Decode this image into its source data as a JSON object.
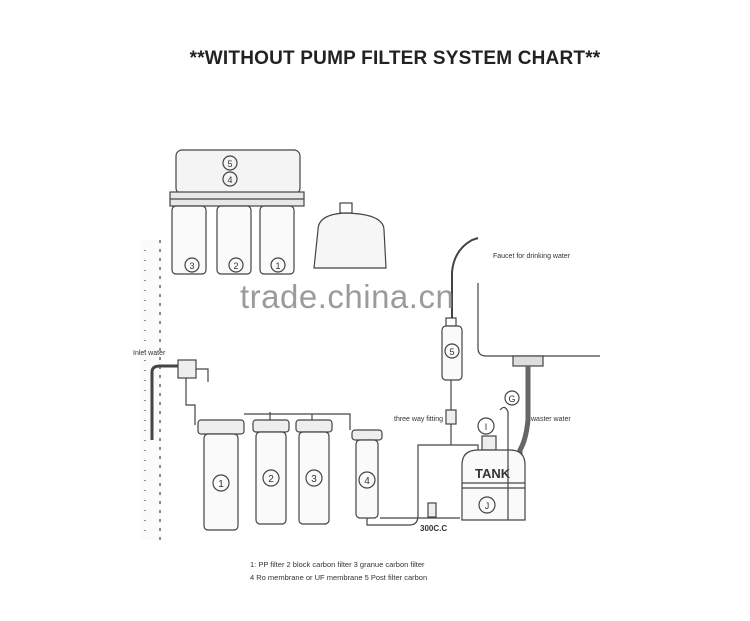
{
  "title": "**WITHOUT PUMP FILTER SYSTEM CHART**",
  "watermark": "trade.china.cn",
  "labels": {
    "inlet_water": "Inlet water",
    "faucet": "Faucet for drinking water",
    "three_way": "three way fitting",
    "waste_water": "waster water",
    "tank": "TANK",
    "valve": "300C.C"
  },
  "markers": {
    "top_5": "5",
    "top_4": "4",
    "top_3": "3",
    "top_2": "2",
    "top_1": "1",
    "f1": "1",
    "f2": "2",
    "f3": "3",
    "f4": "4",
    "f5": "5",
    "i": "I",
    "g": "G",
    "j": "J"
  },
  "legend": {
    "line1": "1: PP filter   2 block carbon filter   3 granue carbon filter",
    "line2": "4 Ro membrane or UF membrane  5 Post filter carbon"
  }
}
